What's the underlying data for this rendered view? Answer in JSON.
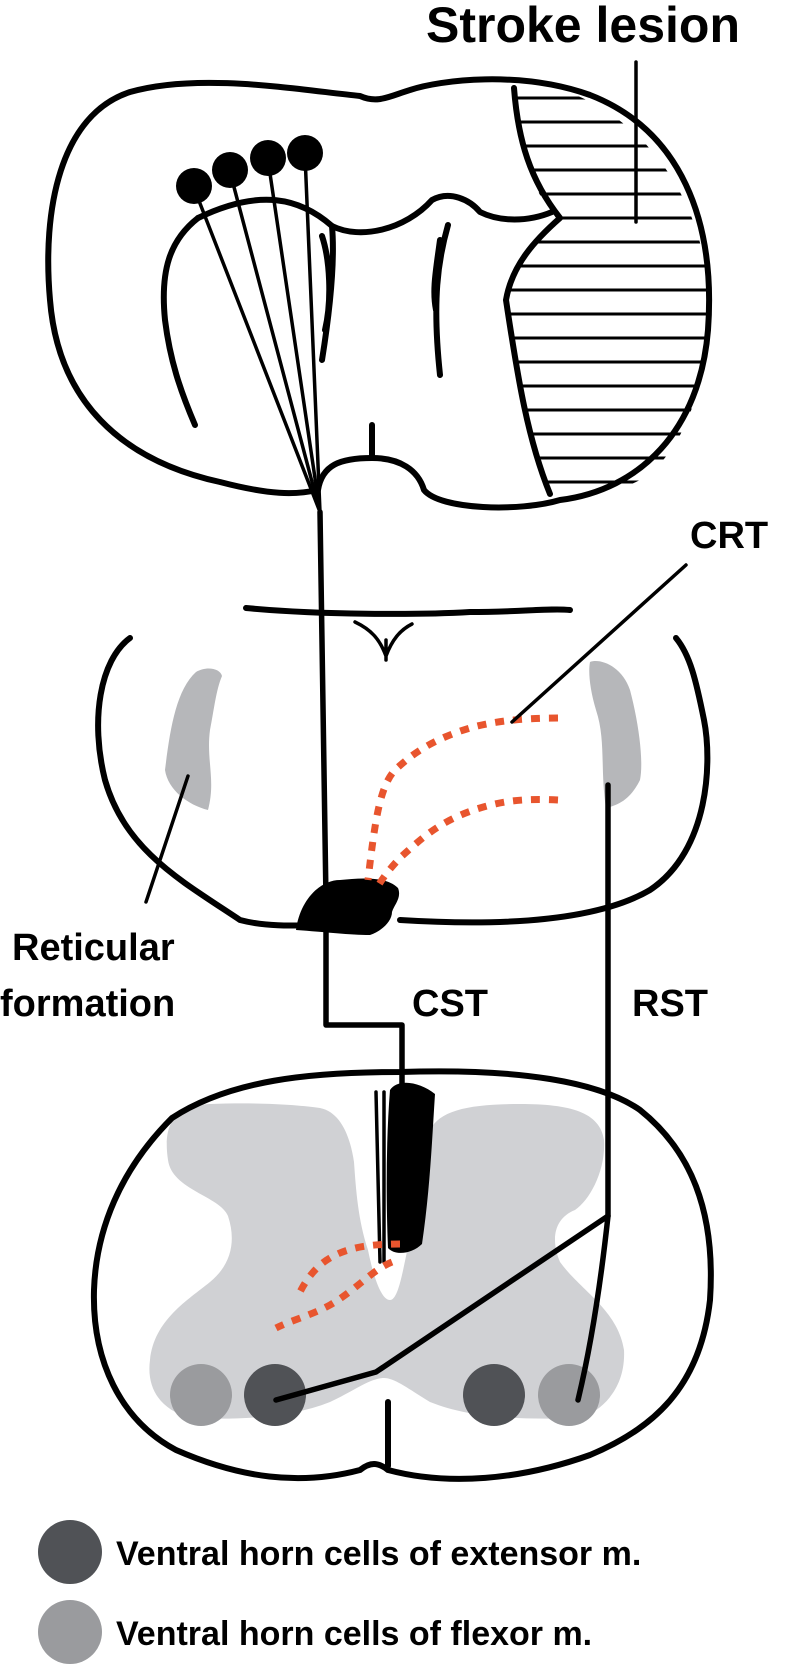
{
  "labels": {
    "stroke_lesion": "Stroke lesion",
    "crt": "CRT",
    "reticular_line1": "Reticular",
    "reticular_line2": "formation",
    "cst": "CST",
    "rst": "RST"
  },
  "legend": [
    {
      "text": "Ventral horn cells of extensor m.",
      "color": "#505256"
    },
    {
      "text": "Ventral horn cells of flexor m.",
      "color": "#9a9b9e"
    }
  ],
  "colors": {
    "lesion_hatch": "#000000",
    "reticular_formation": "#b6b7ba",
    "grey_matter": "#d0d1d4",
    "crt_dotted": "#e8552e",
    "outline": "#000000"
  }
}
